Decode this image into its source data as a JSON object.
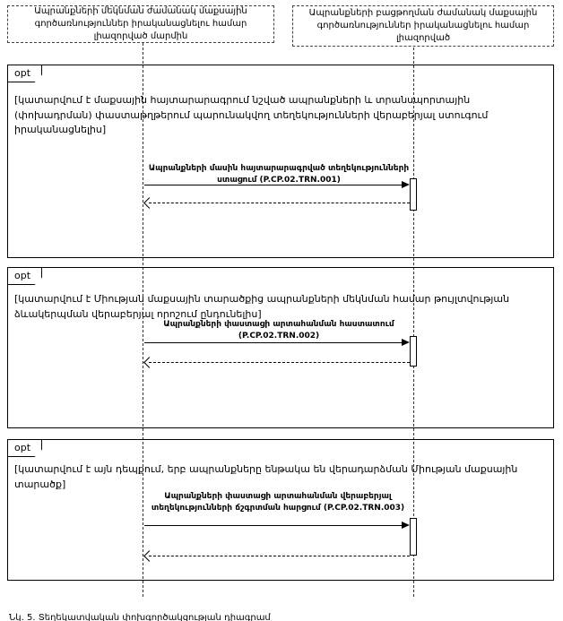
{
  "diagram": {
    "actors": [
      {
        "label": "Ապրանքների մեկնման ժամանակ մաքսային գործառնություններ իրականացնելու համար լիազորված մարմին"
      },
      {
        "label": "Ապրանքների բացթողման ժամանակ մաքսային գործառնություններ իրականացնելու համար լիազորված"
      }
    ],
    "fragments": [
      {
        "operator": "opt",
        "guard": "[կատարվում է մաքսային հայտարարագրում նշված ապրանքների և տրանսպորտային (փոխադրման) փաստաթղթերում պարունակվող տեղեկությունների վերաբերյալ ստուգում իրականացնելիս]",
        "message": "Ապրանքների մասին հայտարարագրված տեղեկությունների ստացում (P.CP.02.TRN.001)"
      },
      {
        "operator": "opt",
        "guard": "[կատարվում է Միության մաքսային տարածքից ապրանքների մեկնման համար թույլտվության ձևակերպման վերաբերյալ որոշում ընդունելիս]",
        "message": "Ապրանքների փաստացի արտահանման հաստատում (P.CP.02.TRN.002)"
      },
      {
        "operator": "opt",
        "guard": "[կատարվում է այն դեպքում, երբ ապրանքները ենթակա են վերադարձման Միության մաքսային տարածք]",
        "message": "Ապրանքների փաստացի արտահանման վերաբերյալ տեղեկությունների ճշգրտման հարցում (P.CP.02.TRN.003)"
      }
    ],
    "caption": "Նկ. 5. Տեղեկատվական փոխգործակցության դիագրամ"
  }
}
